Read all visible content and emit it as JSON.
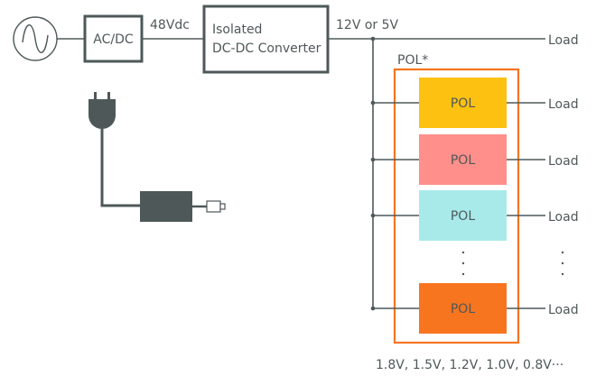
{
  "diagram": {
    "ac_source": {
      "icon": "ac-sine-source-icon"
    },
    "acdc": {
      "label": "AC/DC"
    },
    "bus_48v": {
      "label": "48Vdc"
    },
    "isolated": {
      "line1": "Isolated",
      "line2": "DC-DC Converter"
    },
    "bus_out": {
      "label": "12V or 5V"
    },
    "top_load": {
      "label": "Load"
    },
    "pol_group": {
      "label": "POL*",
      "border_color": "#f47421"
    },
    "pols": [
      {
        "label": "POL",
        "color": "#fcc111",
        "load": "Load"
      },
      {
        "label": "POL",
        "color": "#ff8f8a",
        "load": "Load"
      },
      {
        "label": "POL",
        "color": "#a8eaea",
        "load": "Load"
      },
      {
        "label": "POL",
        "color": "#f8751f",
        "load": "Load"
      }
    ],
    "ellipsis": "⋮",
    "voltages": "1.8V, 1.5V, 1.2V, 1.0V, 0.8V···",
    "adapter": {
      "icon": "power-adapter-icon"
    }
  }
}
